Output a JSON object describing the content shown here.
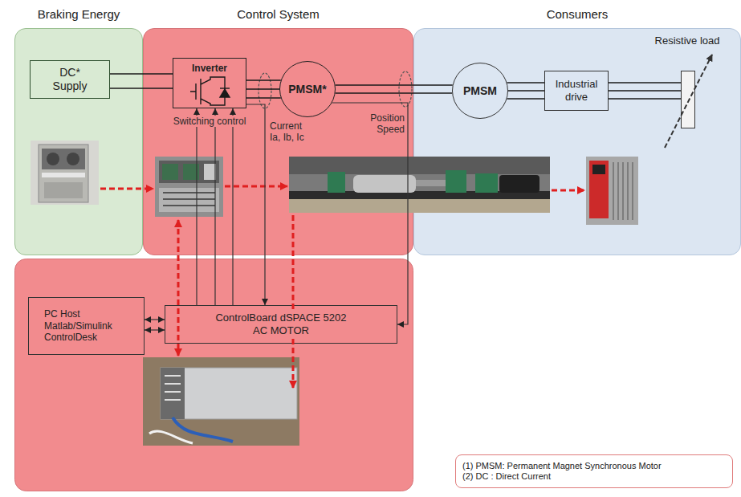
{
  "diagram": {
    "nodes": [
      {
        "text": [
          "Braking Energy"
        ]
      },
      {
        "text": [
          "Control System"
        ]
      },
      {
        "text": [
          "Consumers"
        ]
      },
      {
        "text": [
          "DC* Supply"
        ],
        "in": 0
      },
      {
        "text": [
          "Inverter"
        ],
        "in": 1
      },
      {
        "text": [
          "PMSM*"
        ],
        "in": 1
      },
      {
        "text": [
          "PMSM"
        ],
        "in": 2
      },
      {
        "text": [
          "Industrial drive"
        ],
        "in": 2
      },
      {
        "text": [
          "Resistive load"
        ],
        "in": 2
      },
      {
        "text": [
          "PC Host Matlab/Simulink ControlDesk"
        ]
      },
      {
        "text": [
          "ControlBoard dSPACE 5202 AC MOTOR"
        ]
      },
      {
        "text": [
          "(1) PMSM: Permanent Magnet Synchronous Motor",
          "(2) DC : Direct Current"
        ]
      }
    ],
    "edges": [
      {
        "from": 3,
        "to": 4,
        "arrow": "none"
      },
      {
        "from": 4,
        "to": 5,
        "arrow": "none"
      },
      {
        "from": 5,
        "to": 6,
        "arrow": "none"
      },
      {
        "from": 6,
        "to": 7,
        "arrow": "none"
      },
      {
        "from": 7,
        "to": 8,
        "arrow": "none"
      },
      {
        "from": 10,
        "to": 4,
        "arrow": "to"
      },
      {
        "from": 4,
        "to": 10,
        "arrow": "to"
      },
      {
        "from": 5,
        "to": 10,
        "arrow": "to"
      },
      {
        "from": 9,
        "to": 10,
        "arrow": "both"
      }
    ],
    "labels": [
      "Switching control",
      "Current Ia, Ib, Ic",
      "Position Speed"
    ]
  }
}
